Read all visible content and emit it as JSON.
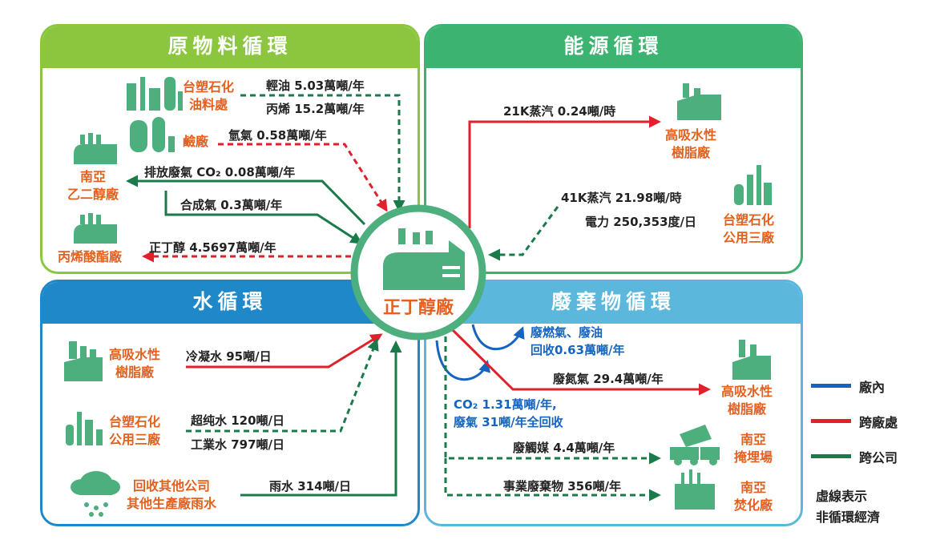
{
  "panels": {
    "raw": {
      "title": "原物料循環",
      "color": "#8cc63f"
    },
    "energy": {
      "title": "能源循環",
      "color": "#3cb371"
    },
    "water": {
      "title": "水循環",
      "color": "#1e88c8"
    },
    "waste": {
      "title": "廢棄物循環",
      "color": "#5bb8dc"
    }
  },
  "center": {
    "label": "正丁醇廠"
  },
  "raw": {
    "plant1": {
      "line1": "台塑石化",
      "line2": "油料處"
    },
    "flow1a": "輕油 5.03萬噸/年",
    "flow1b": "丙烯 15.2萬噸/年",
    "plant2": "鹼廠",
    "flow2": "氫氣 0.58萬噸/年",
    "plant3": {
      "line1": "南亞",
      "line2": "乙二醇廠"
    },
    "flow3a": "排放廢氣 CO₂ 0.08萬噸/年",
    "flow3b": "合成氣 0.3萬噸/年",
    "plant4": "丙烯酸酯廠",
    "flow4": "正丁醇 4.5697萬噸/年"
  },
  "energy": {
    "flow1": "21K蒸汽 0.24噸/時",
    "plant1": {
      "line1": "高吸水性",
      "line2": "樹脂廠"
    },
    "flow2a": "41K蒸汽 21.98噸/時",
    "flow2b": "電力 250,353度/日",
    "plant2": {
      "line1": "台塑石化",
      "line2": "公用三廠"
    }
  },
  "water": {
    "plant1": {
      "line1": "高吸水性",
      "line2": "樹脂廠"
    },
    "flow1": "冷凝水 95噸/日",
    "plant2": {
      "line1": "台塑石化",
      "line2": "公用三廠"
    },
    "flow2a": "超纯水 120噸/日",
    "flow2b": "工業水 797噸/日",
    "plant3": {
      "line1": "回收其他公司",
      "line2": "其他生產廠雨水"
    },
    "flow3": "雨水 314噸/日"
  },
  "waste": {
    "recycle1": {
      "line1": "廢燃氣、廢油",
      "line2": "回收0.63萬噸/年"
    },
    "recycle2": {
      "line1": "CO₂ 1.31萬噸/年,",
      "line2": "廢氣 31噸/年全回收"
    },
    "flow1": "廢氮氣 29.4萬噸/年",
    "plant1": {
      "line1": "高吸水性",
      "line2": "樹脂廠"
    },
    "flow2": "廢觸媒 4.4萬噸/年",
    "plant2": {
      "line1": "南亞",
      "line2": "掩埋場"
    },
    "flow3": "事業廢棄物 356噸/年",
    "plant3": {
      "line1": "南亞",
      "line2": "焚化廠"
    }
  },
  "legend": {
    "items": [
      {
        "label": "廠內",
        "color": "#1565c0"
      },
      {
        "label": "跨廠處",
        "color": "#e0202a"
      },
      {
        "label": "跨公司",
        "color": "#1a7a4a"
      }
    ],
    "note1": "虛線表示",
    "note2": "非循環經濟"
  },
  "colors": {
    "red": "#e0202a",
    "green": "#1a7a4a",
    "blue": "#1565c0",
    "icon": "#4caf7d"
  }
}
